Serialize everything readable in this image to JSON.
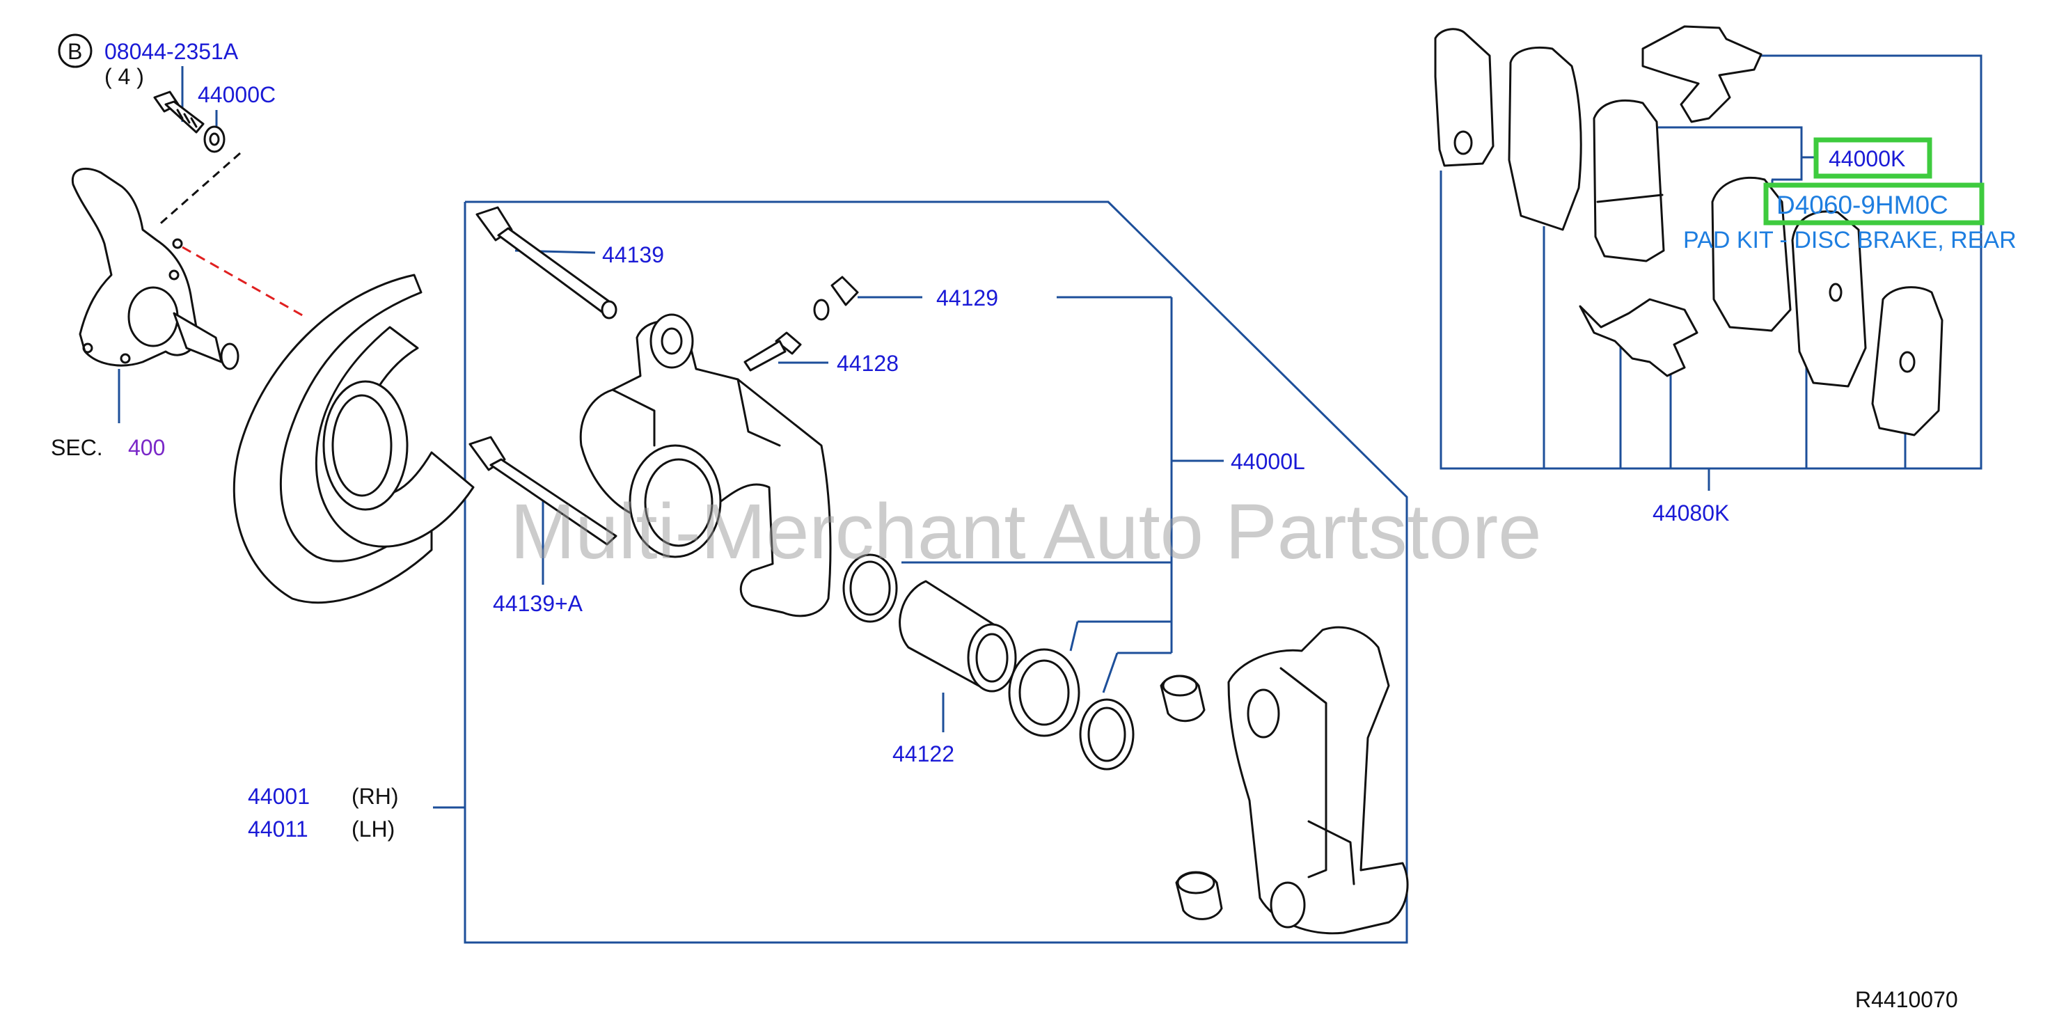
{
  "watermark": "Multi-Merchant Auto Partstore",
  "drawing_code": "R4410070",
  "highlight_color": "#3ecb3e",
  "leader_color": "#1d4f9a",
  "callouts": {
    "bolt_circle_letter": "B",
    "bolt_part": "08044-2351A",
    "bolt_qty": "( 4 )",
    "washer": "44000C",
    "sec_label": "SEC.",
    "sec_number": "400",
    "pin_upper": "44139",
    "pin_lower": "44139+A",
    "boot": "44129",
    "bleeder": "44128",
    "caliper_assy": "44000L",
    "piston": "44122",
    "caliper_rh": "44001",
    "rh": "(RH)",
    "caliper_lh": "44011",
    "lh": "(LH)",
    "pad_kit_code": "44000K",
    "pad_kit_part": "D4060-9HM0C",
    "pad_kit_desc": "PAD KIT - DISC BRAKE, REAR",
    "pad_set": "44080K"
  }
}
